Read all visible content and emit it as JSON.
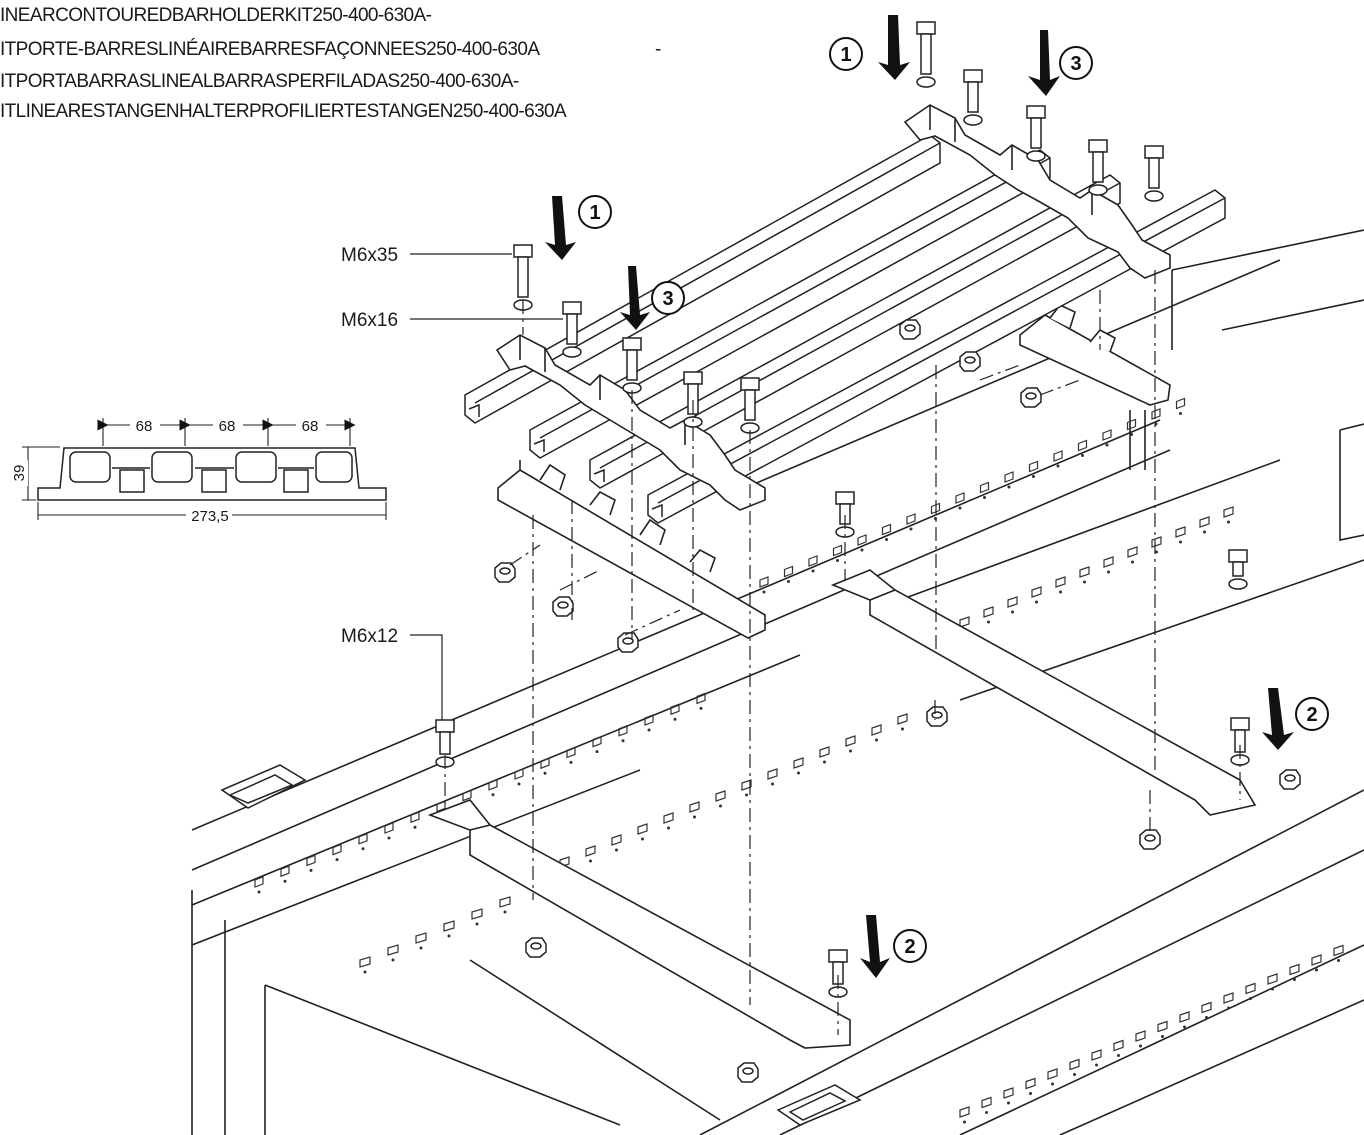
{
  "header": {
    "line1": "INEARCONTOUREDBARHOLDERKIT250-400-630A-",
    "line2": "ITPORTE-BARRESLINÉAIREBARRESFAÇONNEES250-400-630A",
    "line2_dash": "-",
    "line3": "ITPORTABARRASLINEALBARRASPERFILADAS250-400-630A-",
    "line4": "ITLINEARESTANGENHALTERPROFILIERTESTANGEN250-400-630A"
  },
  "callouts": {
    "bolt_long": "M6x35",
    "bolt_medium": "M6x16",
    "bolt_short": "M6x12"
  },
  "steps": {
    "s1": "1",
    "s2": "2",
    "s3": "3"
  },
  "dimensions": {
    "pitch_1": "68",
    "pitch_2": "68",
    "pitch_3": "68",
    "height": "39",
    "width": "273,5"
  }
}
